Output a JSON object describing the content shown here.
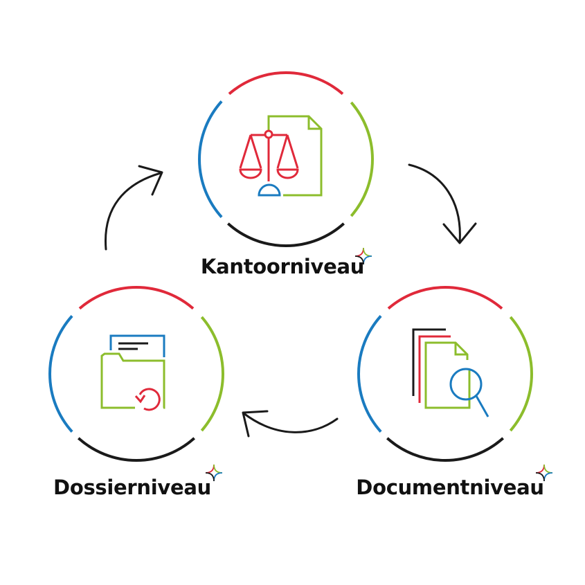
{
  "colors": {
    "red": "#e0293a",
    "blue": "#1a7bc0",
    "green": "#8cbd2c",
    "black": "#1a1a1a"
  },
  "nodes": [
    {
      "label": "Kantoorniveau",
      "icon": "scales-document-icon"
    },
    {
      "label": "Documentniveau",
      "icon": "documents-magnifier-icon"
    },
    {
      "label": "Dossierniveau",
      "icon": "folder-restore-icon"
    }
  ]
}
